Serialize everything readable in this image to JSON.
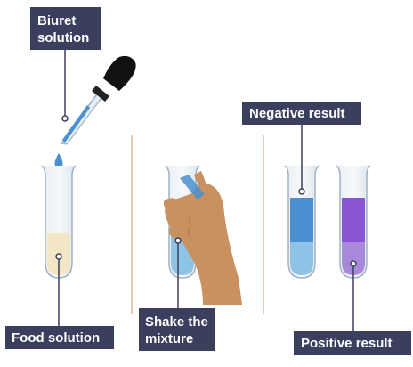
{
  "labels": {
    "biuret": [
      "Biuret",
      "solution"
    ],
    "food": "Food solution",
    "shake": [
      "Shake the",
      "mixture"
    ],
    "negative": "Negative result",
    "positive": "Positive result"
  },
  "colors": {
    "label_bg": "#3b3f5e",
    "label_text": "#ffffff",
    "tube_glass": "#dfe7ee",
    "tube_outline": "#9fb1c2",
    "food_solution": "#f3e6c6",
    "biuret_blue": "#4a90d0",
    "light_blue": "#8ec3e6",
    "purple": "#8a55d4",
    "light_purple": "#a888d8",
    "dropper_bulb": "#111111",
    "skin": "#c9915f",
    "divider": "#f0c9b4"
  },
  "icons": [
    "dropper-icon",
    "drop-icon",
    "test-tube-icon",
    "hand-icon"
  ]
}
